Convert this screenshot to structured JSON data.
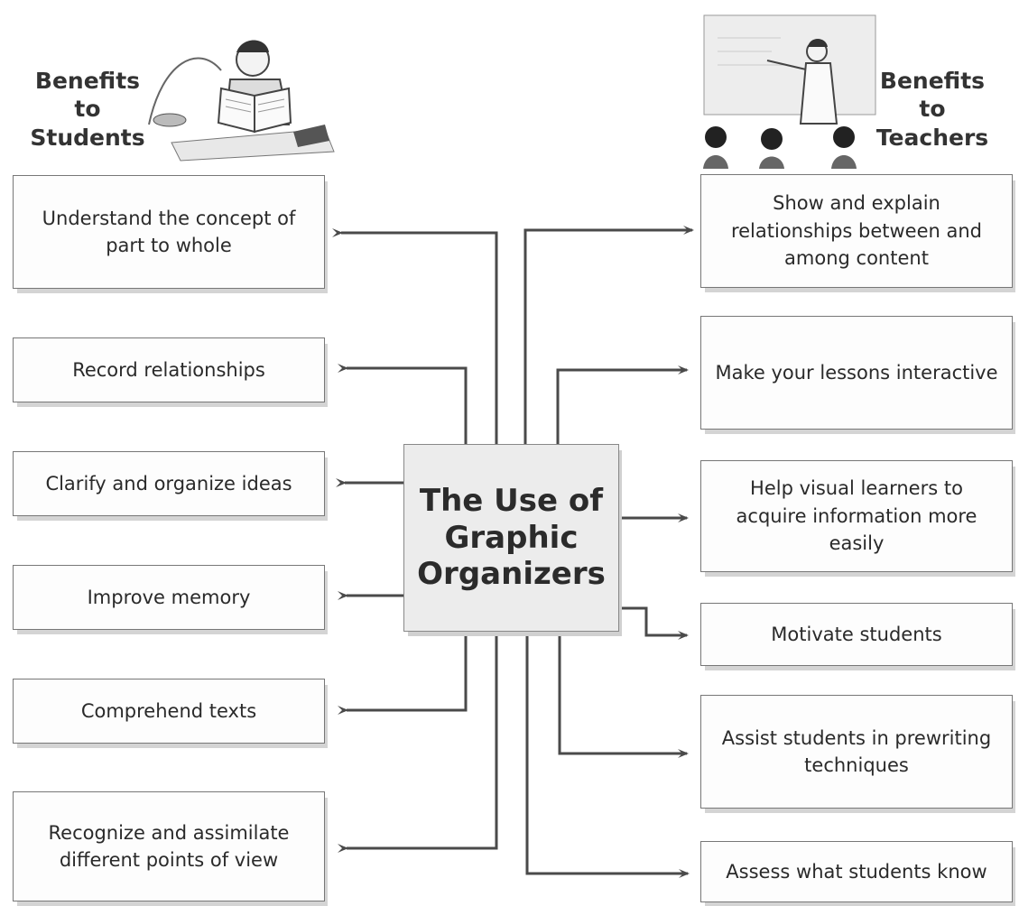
{
  "headings": {
    "students": [
      "Benefits",
      "to",
      "Students"
    ],
    "teachers": [
      "Benefits",
      "to",
      "Teachers"
    ]
  },
  "center": {
    "lines": [
      "The Use of",
      "Graphic",
      "Organizers"
    ]
  },
  "students_benefits": [
    "Understand the concept of part to whole",
    "Record relationships",
    "Clarify and organize ideas",
    "Improve memory",
    "Comprehend texts",
    "Recognize and assimilate different points of view"
  ],
  "teachers_benefits": [
    "Show and explain relationships between and among content",
    "Make your lessons interactive",
    "Help visual learners to acquire information more easily",
    "Motivate students",
    "Assist students in prewriting techniques",
    "Assess what students know"
  ],
  "colors": {
    "line": "#4a4a4a",
    "box_border": "#777777",
    "center_fill": "#ececec"
  },
  "icons": {
    "students": "student-reading-illustration",
    "teachers": "teacher-at-board-illustration"
  }
}
